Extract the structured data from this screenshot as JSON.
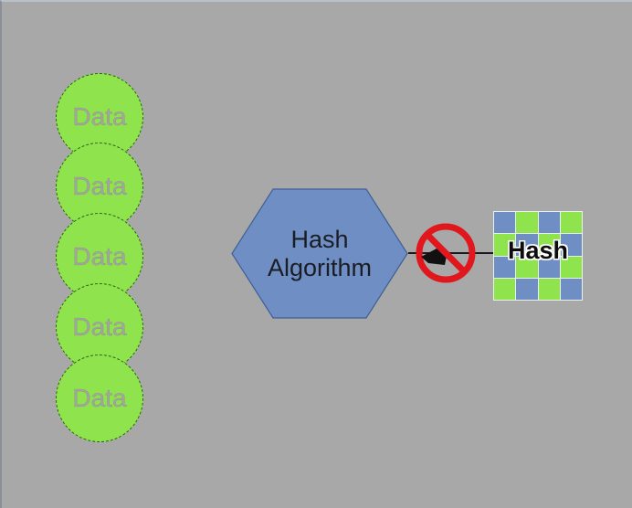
{
  "data_items": [
    {
      "label": "Data"
    },
    {
      "label": "Data"
    },
    {
      "label": "Data"
    },
    {
      "label": "Data"
    },
    {
      "label": "Data"
    }
  ],
  "hash_algorithm": {
    "line1": "Hash",
    "line2": "Algorithm"
  },
  "hash_output": {
    "label": "Hash"
  },
  "colors": {
    "background": "#a9a8a8",
    "data_fill": "#8fe34c",
    "hexagon_fill": "#6f8fc4",
    "grid_green": "#8fe34c",
    "grid_blue": "#6f8fc4",
    "prohibition_red": "#e0171d"
  },
  "icons": [
    "no-entry-icon",
    "arrow-head-icon"
  ]
}
